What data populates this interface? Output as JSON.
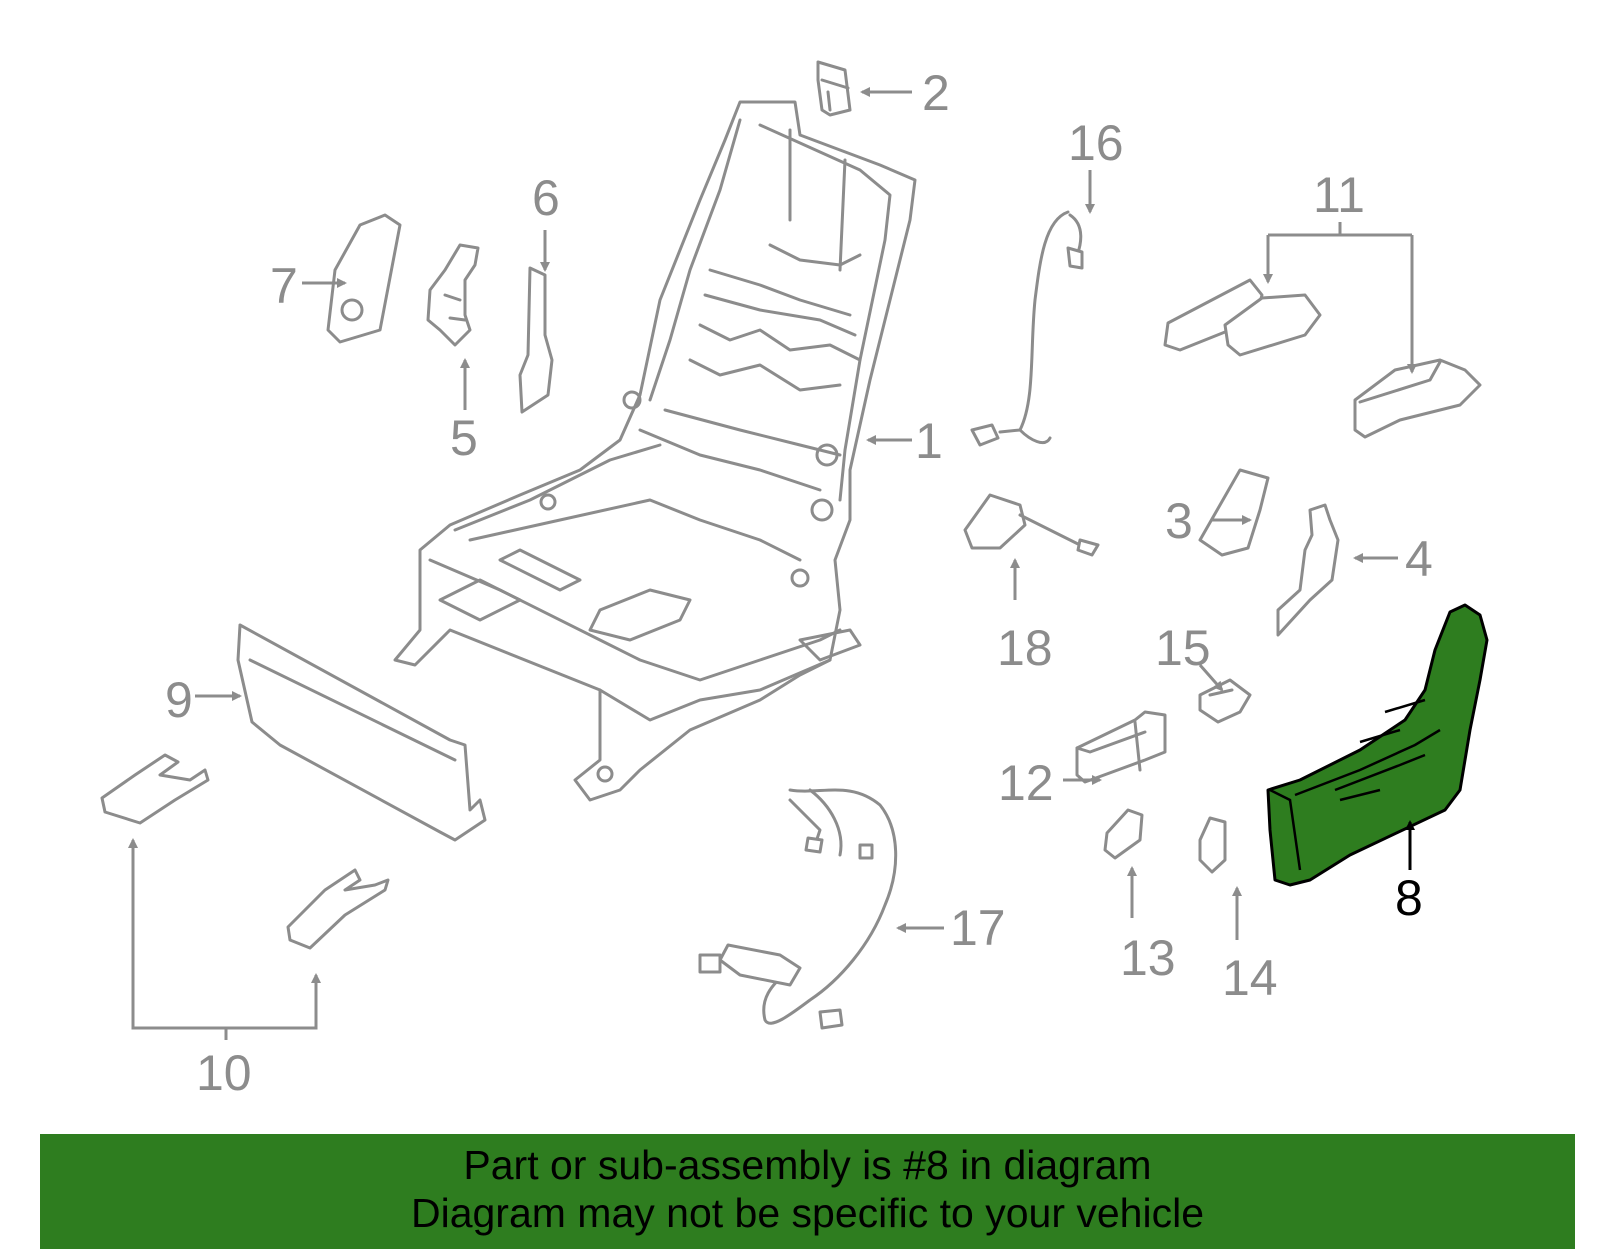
{
  "diagram": {
    "highlighted_part": "8",
    "colors": {
      "line_art": "#8c8c8c",
      "highlight_fill": "#2e7d1f",
      "highlight_label": "#000000",
      "banner_background": "#2e7d1f",
      "banner_text": "#000000"
    },
    "callouts": {
      "c1": "1",
      "c2": "2",
      "c3": "3",
      "c4": "4",
      "c5": "5",
      "c6": "6",
      "c7": "7",
      "c8": "8",
      "c9": "9",
      "c10": "10",
      "c11": "11",
      "c12": "12",
      "c13": "13",
      "c14": "14",
      "c15": "15",
      "c16": "16",
      "c17": "17",
      "c18": "18"
    }
  },
  "banner": {
    "line1": "Part or sub-assembly is #8 in diagram",
    "line2": "Diagram may not be specific to your vehicle"
  }
}
